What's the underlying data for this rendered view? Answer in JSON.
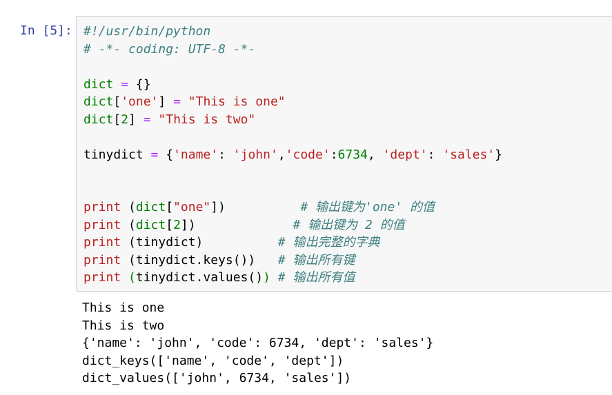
{
  "prompt": "In [5]:",
  "code_lines": [
    [
      {
        "t": "#!/usr/bin/python",
        "c": "c"
      }
    ],
    [
      {
        "t": "# -*- coding: UTF-8 -*-",
        "c": "c"
      }
    ],
    [],
    [
      {
        "t": "dict",
        "c": "k"
      },
      {
        "t": " ",
        "c": "n"
      },
      {
        "t": "=",
        "c": "o"
      },
      {
        "t": " {}",
        "c": "p"
      }
    ],
    [
      {
        "t": "dict",
        "c": "k"
      },
      {
        "t": "[",
        "c": "p"
      },
      {
        "t": "'one'",
        "c": "s"
      },
      {
        "t": "] ",
        "c": "p"
      },
      {
        "t": "=",
        "c": "o"
      },
      {
        "t": " ",
        "c": "n"
      },
      {
        "t": "\"This is one\"",
        "c": "s"
      }
    ],
    [
      {
        "t": "dict",
        "c": "k"
      },
      {
        "t": "[",
        "c": "p"
      },
      {
        "t": "2",
        "c": "m"
      },
      {
        "t": "] ",
        "c": "p"
      },
      {
        "t": "=",
        "c": "o"
      },
      {
        "t": " ",
        "c": "n"
      },
      {
        "t": "\"This is two\"",
        "c": "s"
      }
    ],
    [],
    [
      {
        "t": "tinydict ",
        "c": "n"
      },
      {
        "t": "=",
        "c": "o"
      },
      {
        "t": " {",
        "c": "p"
      },
      {
        "t": "'name'",
        "c": "s"
      },
      {
        "t": ": ",
        "c": "p"
      },
      {
        "t": "'john'",
        "c": "s"
      },
      {
        "t": ",",
        "c": "p"
      },
      {
        "t": "'code'",
        "c": "s"
      },
      {
        "t": ":",
        "c": "p"
      },
      {
        "t": "6734",
        "c": "m"
      },
      {
        "t": ", ",
        "c": "p"
      },
      {
        "t": "'dept'",
        "c": "s"
      },
      {
        "t": ": ",
        "c": "p"
      },
      {
        "t": "'sales'",
        "c": "s"
      },
      {
        "t": "}",
        "c": "p"
      }
    ],
    [],
    [],
    [
      {
        "t": "print",
        "c": "s"
      },
      {
        "t": " (",
        "c": "p"
      },
      {
        "t": "dict",
        "c": "k"
      },
      {
        "t": "[",
        "c": "p"
      },
      {
        "t": "\"one\"",
        "c": "s"
      },
      {
        "t": "])          ",
        "c": "p"
      },
      {
        "t": "# 输出键为'one' 的值",
        "c": "c"
      }
    ],
    [
      {
        "t": "print",
        "c": "s"
      },
      {
        "t": " (",
        "c": "p"
      },
      {
        "t": "dict",
        "c": "k"
      },
      {
        "t": "[",
        "c": "p"
      },
      {
        "t": "2",
        "c": "m"
      },
      {
        "t": "])             ",
        "c": "p"
      },
      {
        "t": "# 输出键为 2 的值",
        "c": "c"
      }
    ],
    [
      {
        "t": "print",
        "c": "s"
      },
      {
        "t": " (tinydict)          ",
        "c": "p"
      },
      {
        "t": "# 输出完整的字典",
        "c": "c"
      }
    ],
    [
      {
        "t": "print",
        "c": "s"
      },
      {
        "t": " (tinydict.keys())   ",
        "c": "p"
      },
      {
        "t": "# 输出所有键",
        "c": "c"
      }
    ],
    [
      {
        "t": "print",
        "c": "s"
      },
      {
        "t": " (",
        "c": "k"
      },
      {
        "t": "tinydict.values()",
        "c": "p"
      },
      {
        "t": ")",
        "c": "k"
      },
      {
        "t": " ",
        "c": "p"
      },
      {
        "t": "# 输出所有值",
        "c": "c"
      }
    ]
  ],
  "output_lines": [
    "This is one",
    "This is two",
    "{'name': 'john', 'code': 6734, 'dept': 'sales'}",
    "dict_keys(['name', 'code', 'dept'])",
    "dict_values(['john', 6734, 'sales'])"
  ]
}
